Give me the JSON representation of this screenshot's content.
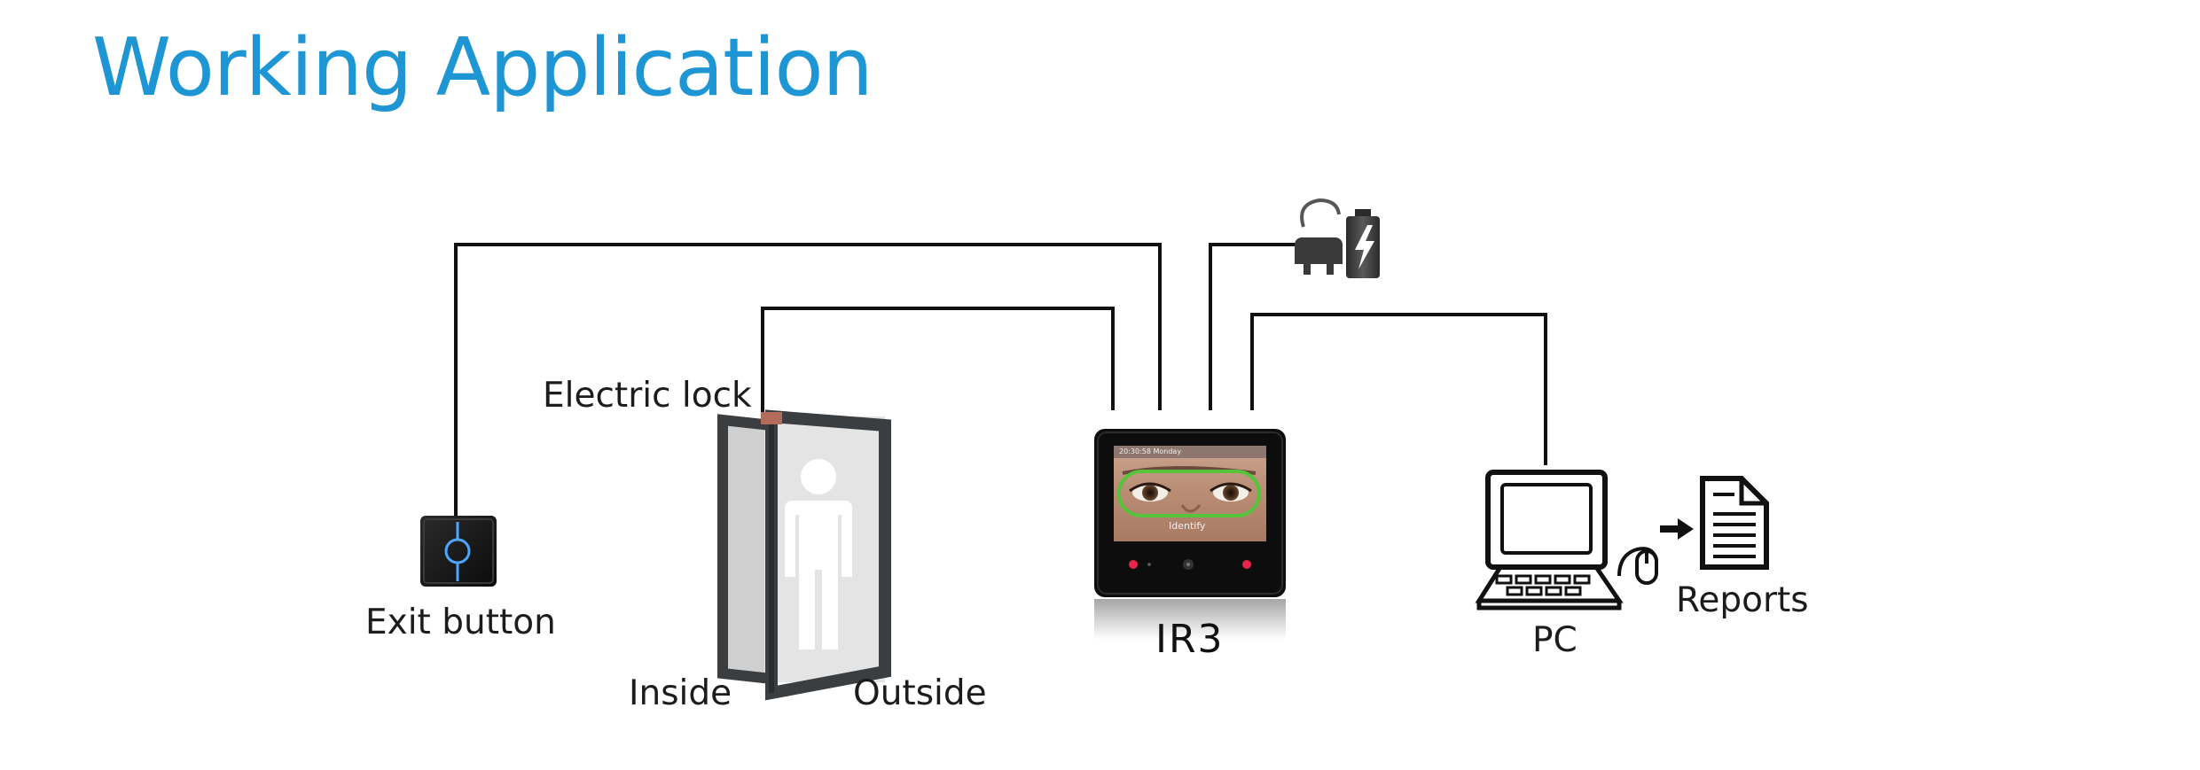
{
  "title": "Working Application",
  "labels": {
    "exit_button": "Exit button",
    "electric_lock": "Electric lock",
    "inside": "Inside",
    "outside": "Outside",
    "device": "IR3",
    "pc": "PC",
    "reports": "Reports"
  },
  "device_screen": {
    "clock": "20:30:58 Monday",
    "status": "Identify"
  },
  "colors": {
    "title": "#1e96d4",
    "wire": "#111111",
    "recognition_outline": "#55c43a",
    "indicator_led": "#e8254a"
  },
  "icons": [
    "exit-button-icon",
    "door-icon",
    "person-icon",
    "power-plug-icon",
    "battery-icon",
    "terminal-device",
    "computer-icon",
    "mouse-icon",
    "arrow-icon",
    "report-document-icon"
  ]
}
